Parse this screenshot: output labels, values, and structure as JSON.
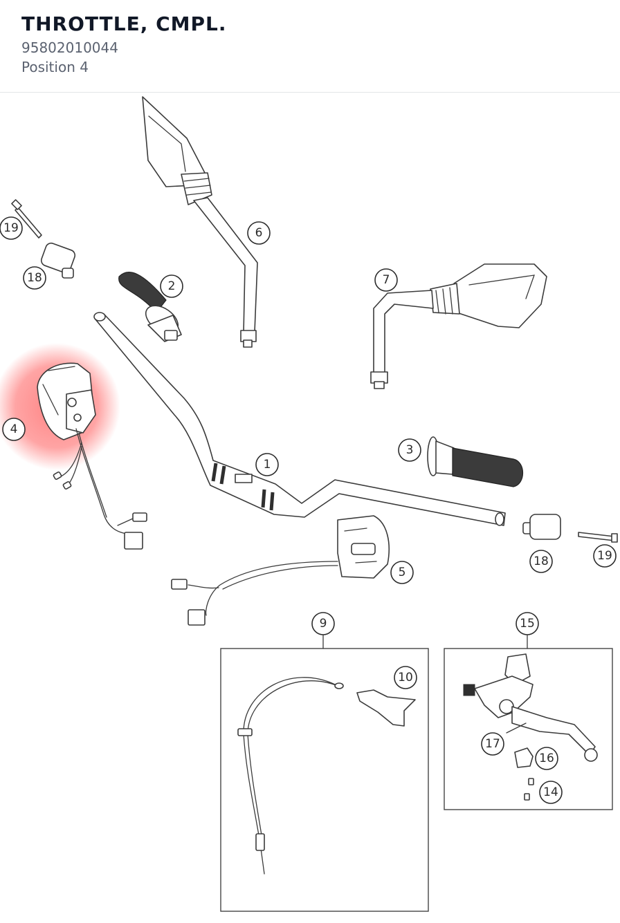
{
  "header": {
    "title": "THROTTLE, CMPL.",
    "part_number": "95802010044",
    "position": "Position 4"
  },
  "diagram": {
    "highlight_color": "#ff5a5a",
    "highlighted_callout": "4",
    "callouts": {
      "c1": "1",
      "c2": "2",
      "c3": "3",
      "c4": "4",
      "c5": "5",
      "c6": "6",
      "c7": "7",
      "c9": "9",
      "c10": "10",
      "c14": "14",
      "c15": "15",
      "c16": "16",
      "c17": "17",
      "c18a": "18",
      "c18b": "18",
      "c19a": "19",
      "c19b": "19"
    }
  }
}
